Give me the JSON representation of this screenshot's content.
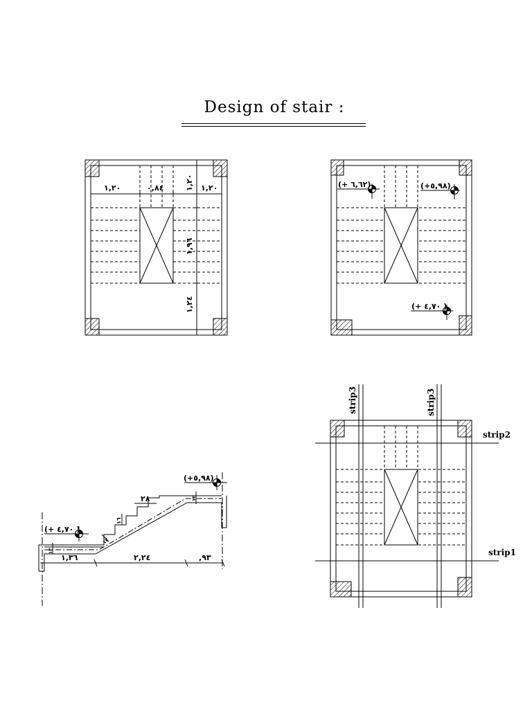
{
  "title": "Design of stair :",
  "plan_dimensions": {
    "left_landing_width": "١,٢٠",
    "well_width": "٠,٨٤",
    "right_landing_width": "١,٢٠",
    "top_landing": "١,٢٠",
    "flight_length": "١,٩٦",
    "bottom_landing": "١,٢٤"
  },
  "plan_levels": {
    "top_left": "(+ ٦,٦٢)",
    "top_right": "(+٥,٩٨)",
    "bottom_right": "(+ ٤,٧٠ )"
  },
  "section": {
    "level_top": "(+٥,٩٨)",
    "level_bottom": "(+ ٤,٧٠ )",
    "tread": "٢٨",
    "riser": "١٦",
    "thickness_1": "١٢",
    "thickness_2": "١٢",
    "thickness_3": "١٢",
    "landing_bottom_len": "١,٣٦",
    "flight_horizontal": "٢,٢٤",
    "landing_top_len": ",٩٣"
  },
  "strips": {
    "strip3_left": "strip3",
    "strip3_right": "strip3",
    "strip2": "strip2",
    "strip1": "strip1"
  }
}
